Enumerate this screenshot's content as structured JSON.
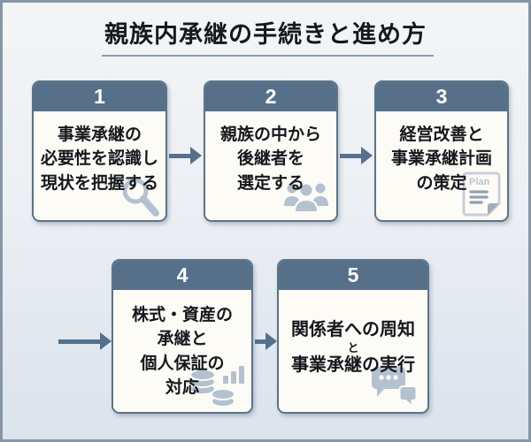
{
  "title": "親族内承継の手続きと進め方",
  "steps": [
    {
      "number": "1",
      "lines": [
        "事業承継の",
        "必要性を認識し",
        "現状を把握する"
      ],
      "icon": "search-icon"
    },
    {
      "number": "2",
      "lines": [
        "親族の中から",
        "後継者を",
        "選定する"
      ],
      "icon": "people-group-icon"
    },
    {
      "number": "3",
      "lines": [
        "経営改善と",
        "事業承継計画",
        "の策定"
      ],
      "icon": "plan-document-icon",
      "icon_label": "Plan"
    },
    {
      "number": "4",
      "lines": [
        "株式・資産の",
        "承継と",
        "個人保証の",
        "対応"
      ],
      "icon": "coins-bar-chart-icon"
    },
    {
      "number": "5",
      "lines": [
        "関係者への周知",
        "と",
        "事業承継の実行"
      ],
      "icon": "speech-bubbles-icon"
    }
  ],
  "colors": {
    "step_header": "#56708a",
    "card_border": "#5d7387",
    "card_body": "#fdfbf6",
    "arrow": "#54708c",
    "icon": "#b4c1d0",
    "frame_border": "#8696a6",
    "background_top": "#f3f5f6",
    "background_bottom": "#dbe3ed",
    "title_underline": "#8a9dad",
    "text": "#15181c"
  }
}
